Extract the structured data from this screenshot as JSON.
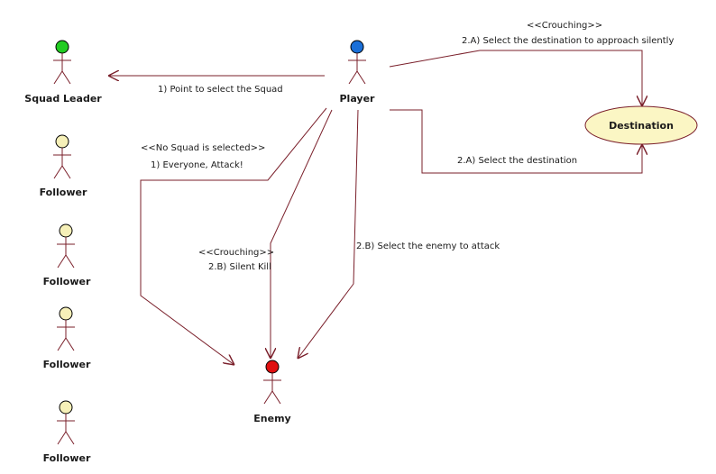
{
  "actors": {
    "squad_leader": {
      "name": "Squad Leader",
      "head_color": "#22cc22"
    },
    "player": {
      "name": "Player",
      "head_color": "#1a6fd8"
    },
    "enemy": {
      "name": "Enemy",
      "head_color": "#e01010"
    },
    "followers": [
      {
        "name": "Follower",
        "head_color": "#f6f0b8"
      },
      {
        "name": "Follower",
        "head_color": "#f6f0b8"
      },
      {
        "name": "Follower",
        "head_color": "#f6f0b8"
      },
      {
        "name": "Follower",
        "head_color": "#f6f0b8"
      }
    ]
  },
  "usecase": {
    "label": "Destination",
    "fill": "#fbf6c4",
    "stroke": "#7a1f2a"
  },
  "connectors": {
    "select_squad": {
      "label": "1) Point to select the Squad"
    },
    "everyone_attack": {
      "stereotype": "<<No Squad is selected>>",
      "label": "1) Everyone, Attack!"
    },
    "silent_kill": {
      "stereotype": "<<Crouching>>",
      "label": "2.B) Silent Kill"
    },
    "enemy_attack": {
      "label": "2.B) Select the enemy to attack"
    },
    "approach_silently": {
      "stereotype": "<<Crouching>>",
      "label": "2.A) Select the destination to approach silently"
    },
    "select_destination": {
      "label": "2.A) Select the destination"
    }
  },
  "colors": {
    "connector": "#7a1f2a"
  }
}
